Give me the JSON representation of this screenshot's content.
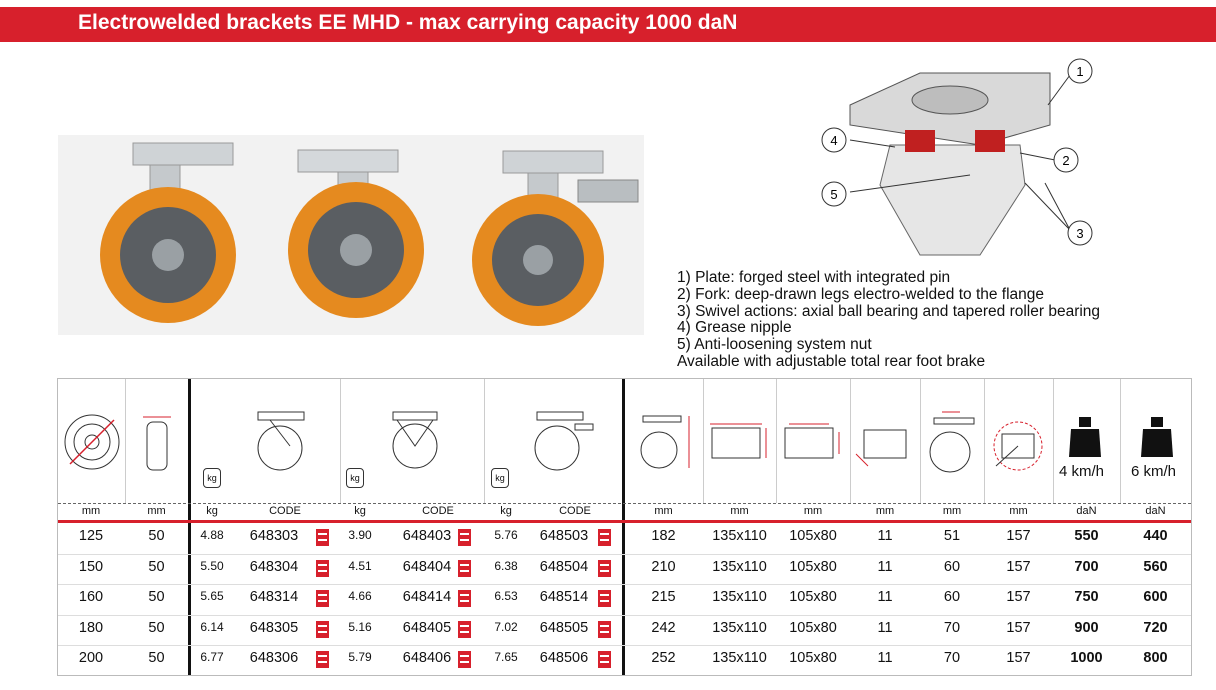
{
  "title": "Electrowelded brackets EE MHD  - max carrying capacity 1000 daN",
  "notes": [
    "1)  Plate: forged steel with integrated pin",
    "2)  Fork:  deep-drawn legs electro-welded to the flange",
    "3)  Swivel actions: axial ball bearing and tapered roller bearing",
    "4)  Grease nipple",
    "5)  Anti-loosening system nut",
    "Available with adjustable total rear foot brake"
  ],
  "callouts": [
    "1",
    "2",
    "3",
    "4",
    "5"
  ],
  "speeds": [
    "4 km/h",
    "6 km/h"
  ],
  "units": [
    "mm",
    "mm",
    "kg",
    "CODE",
    "kg",
    "CODE",
    "kg",
    "CODE",
    "mm",
    "mm",
    "mm",
    "mm",
    "mm",
    "mm",
    "daN",
    "daN"
  ],
  "rows": [
    [
      "125",
      "50",
      "4.88",
      "648303",
      "3.90",
      "648403",
      "5.76",
      "648503",
      "182",
      "135x110",
      "105x80",
      "11",
      "51",
      "157",
      "550",
      "440"
    ],
    [
      "150",
      "50",
      "5.50",
      "648304",
      "4.51",
      "648404",
      "6.38",
      "648504",
      "210",
      "135x110",
      "105x80",
      "11",
      "60",
      "157",
      "700",
      "560"
    ],
    [
      "160",
      "50",
      "5.65",
      "648314",
      "4.66",
      "648414",
      "6.53",
      "648514",
      "215",
      "135x110",
      "105x80",
      "11",
      "60",
      "157",
      "750",
      "600"
    ],
    [
      "180",
      "50",
      "6.14",
      "648305",
      "5.16",
      "648405",
      "7.02",
      "648505",
      "242",
      "135x110",
      "105x80",
      "11",
      "70",
      "157",
      "900",
      "720"
    ],
    [
      "200",
      "50",
      "6.77",
      "648306",
      "5.79",
      "648406",
      "7.65",
      "648506",
      "252",
      "135x110",
      "105x80",
      "11",
      "70",
      "157",
      "1000",
      "800"
    ]
  ],
  "colors": {
    "accent": "#d7202c"
  }
}
